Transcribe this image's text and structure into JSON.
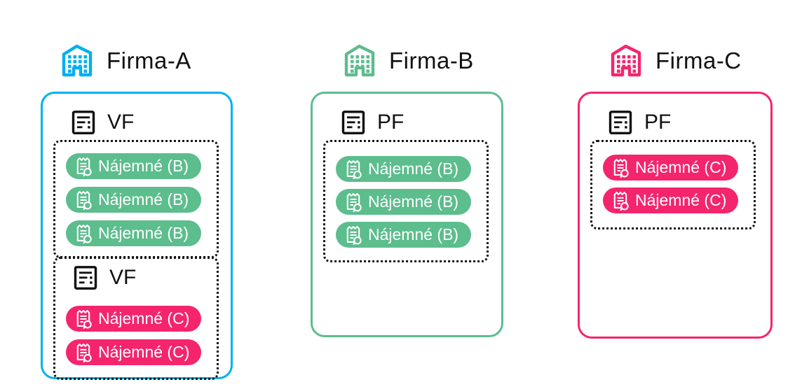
{
  "colors": {
    "firma_a_accent": "#00B0F0",
    "firma_b_accent": "#5CBD8D",
    "firma_c_accent": "#F4256D",
    "item_green": "#5CBD8D",
    "item_pink": "#F4256D",
    "text": "#111111",
    "item_text": "#FFFFFF",
    "dotted_border": "#151515"
  },
  "icons": {
    "company": "building-icon",
    "invoice_type": "invoice-document-icon",
    "invoice_item": "receipt-search-icon"
  },
  "companies": [
    {
      "name": "Firma-A",
      "color": "#00B0F0",
      "groups": [
        {
          "doc_label": "VF",
          "doc_position": "above",
          "items": [
            {
              "label": "Nájemné (B)",
              "color": "#5CBD8D"
            },
            {
              "label": "Nájemné (B)",
              "color": "#5CBD8D"
            },
            {
              "label": "Nájemné (B)",
              "color": "#5CBD8D"
            }
          ]
        },
        {
          "doc_label": "VF",
          "doc_position": "inside",
          "items": [
            {
              "label": "Nájemné (C)",
              "color": "#F4256D"
            },
            {
              "label": "Nájemné (C)",
              "color": "#F4256D"
            }
          ]
        }
      ]
    },
    {
      "name": "Firma-B",
      "color": "#5CBD8D",
      "groups": [
        {
          "doc_label": "PF",
          "doc_position": "above",
          "items": [
            {
              "label": "Nájemné (B)",
              "color": "#5CBD8D"
            },
            {
              "label": "Nájemné (B)",
              "color": "#5CBD8D"
            },
            {
              "label": "Nájemné (B)",
              "color": "#5CBD8D"
            }
          ]
        }
      ]
    },
    {
      "name": "Firma-C",
      "color": "#F4256D",
      "groups": [
        {
          "doc_label": "PF",
          "doc_position": "above",
          "items": [
            {
              "label": "Nájemné (C)",
              "color": "#F4256D"
            },
            {
              "label": "Nájemné (C)",
              "color": "#F4256D"
            }
          ]
        }
      ]
    }
  ]
}
